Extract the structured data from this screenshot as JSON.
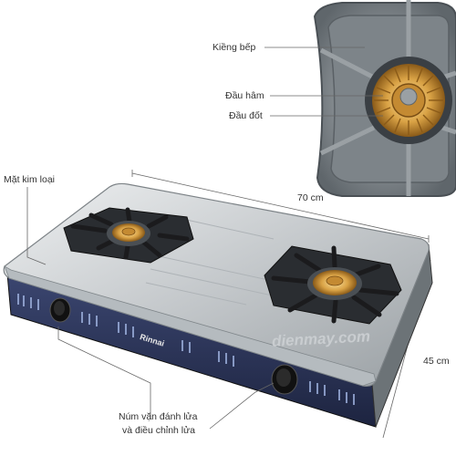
{
  "labels": {
    "kieng_bep": "Kiềng bếp",
    "dau_ham": "Đầu hâm",
    "dau_dot": "Đầu đốt",
    "mat_kim_loai": "Mặt kim loại",
    "width": "70 cm",
    "depth": "45 cm",
    "knob_line1": "Núm vặn đánh lửa",
    "knob_line2": "và điều chỉnh lửa"
  },
  "brand": "Rinnai",
  "watermark": "dienmay.com",
  "colors": {
    "steel_light": "#d9dcde",
    "steel_dark": "#8f959a",
    "control_panel": "#2f3a5c",
    "burner_gold": "#d7a44a",
    "grate_black": "#1b1b1d",
    "line": "#666666"
  }
}
